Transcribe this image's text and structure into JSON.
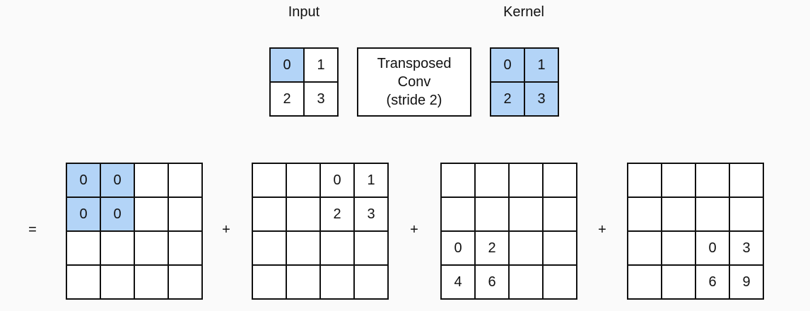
{
  "input": {
    "title": "Input",
    "cells": [
      "0",
      "1",
      "2",
      "3"
    ],
    "highlight": [
      0
    ]
  },
  "operation": {
    "line1": "Transposed",
    "line2": "Conv",
    "line3": "(stride 2)"
  },
  "kernel": {
    "title": "Kernel",
    "cells": [
      "0",
      "1",
      "2",
      "3"
    ],
    "highlight": [
      0,
      1,
      2,
      3
    ]
  },
  "operators": {
    "equals": "=",
    "plus": "+"
  },
  "outputs": [
    {
      "cells": [
        "0",
        "0",
        "",
        "",
        "0",
        "0",
        "",
        "",
        "",
        "",
        "",
        "",
        "",
        "",
        "",
        ""
      ],
      "highlight": [
        0,
        1,
        4,
        5
      ]
    },
    {
      "cells": [
        "",
        "",
        "0",
        "1",
        "",
        "",
        "2",
        "3",
        "",
        "",
        "",
        "",
        "",
        "",
        "",
        ""
      ],
      "highlight": []
    },
    {
      "cells": [
        "",
        "",
        "",
        "",
        "",
        "",
        "",
        "",
        "0",
        "2",
        "",
        "",
        "4",
        "6",
        "",
        ""
      ],
      "highlight": []
    },
    {
      "cells": [
        "",
        "",
        "",
        "",
        "",
        "",
        "",
        "",
        "",
        "",
        "0",
        "3",
        "",
        "",
        "6",
        "9"
      ],
      "highlight": []
    }
  ],
  "colors": {
    "highlight": "#b3d4f7",
    "border": "#111111",
    "background": "#fafafa"
  }
}
